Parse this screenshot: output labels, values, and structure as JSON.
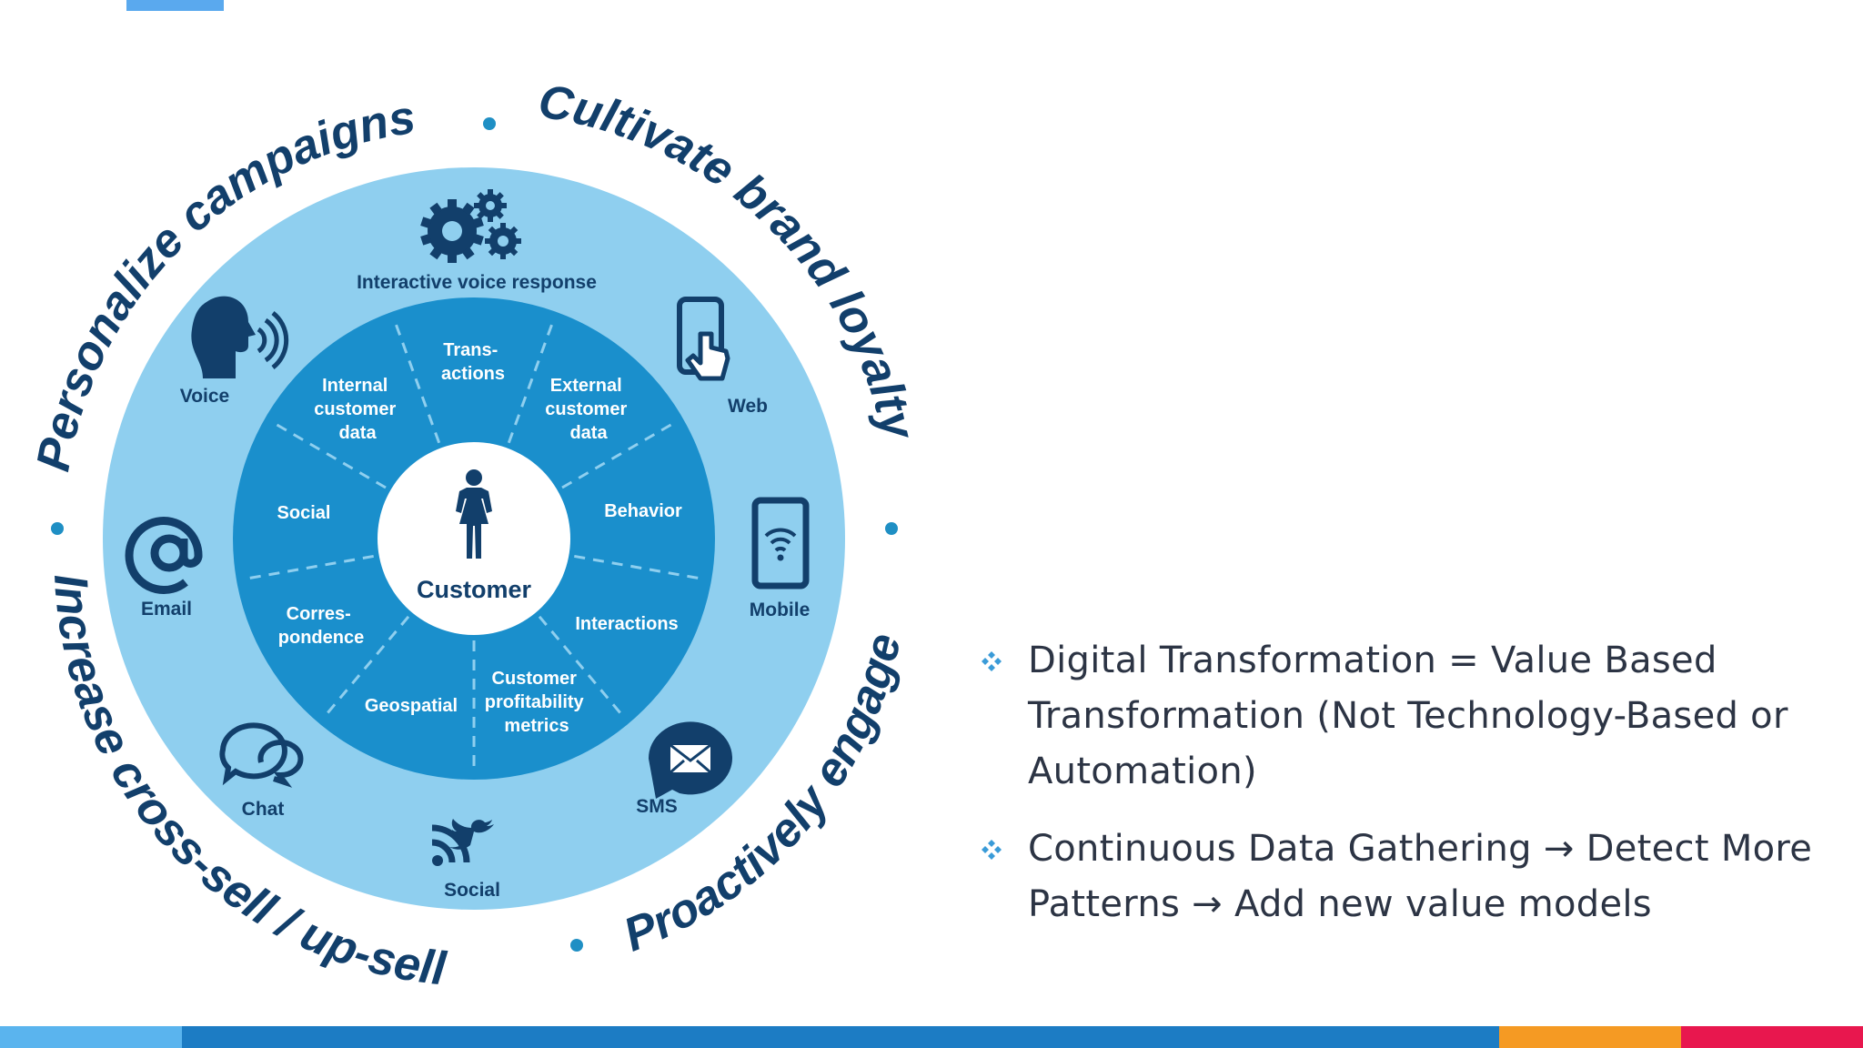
{
  "colors": {
    "outer_ring": "#8fcfef",
    "middle_ring": "#1a8fcc",
    "inner_circle": "#ffffff",
    "dark_blue": "#123f6b",
    "dot": "#1f8fc4",
    "text_dark": "#2c3444"
  },
  "arc_texts": {
    "top_left": "Personalize campaigns",
    "top_right": "Cultivate brand loyalty",
    "bottom_left": "Increase cross-sell / up-sell",
    "bottom_right": "Proactively engage"
  },
  "channels": [
    {
      "label": "Interactive voice response",
      "icon": "gears-icon"
    },
    {
      "label": "Web",
      "icon": "tablet-touch-icon"
    },
    {
      "label": "Mobile",
      "icon": "mobile-wifi-icon"
    },
    {
      "label": "SMS",
      "icon": "envelope-bubble-icon"
    },
    {
      "label": "Social",
      "icon": "rss-twitter-icon"
    },
    {
      "label": "Chat",
      "icon": "chat-bubbles-icon"
    },
    {
      "label": "Email",
      "icon": "at-sign-icon"
    },
    {
      "label": "Voice",
      "icon": "speaking-head-icon"
    }
  ],
  "data_sources": [
    [
      "Trans-",
      "actions"
    ],
    [
      "External",
      "customer",
      "data"
    ],
    [
      "Behavior"
    ],
    [
      "Interactions"
    ],
    [
      "Customer",
      "profitability",
      "metrics"
    ],
    [
      "Geospatial"
    ],
    [
      "Corres-",
      "pondence"
    ],
    [
      "Social"
    ],
    [
      "Internal",
      "customer",
      "data"
    ]
  ],
  "center": {
    "label": "Customer",
    "icon": "person-icon"
  },
  "bullets": [
    {
      "text": "Digital Transformation = Value Based Transformation (Not Technology-Based or Automation)"
    },
    {
      "text": "Continuous Data Gathering → Detect More Patterns → Add new value models"
    }
  ],
  "footer_colors": [
    "#5ab4ee",
    "#1c7cc4",
    "#f59a23",
    "#e8174e"
  ]
}
